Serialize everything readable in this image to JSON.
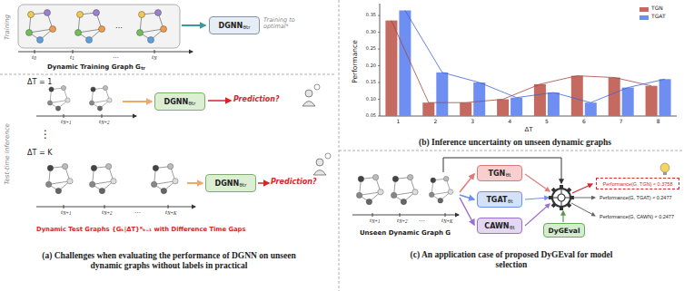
{
  "diagram": {
    "nodes": [
      {
        "text": [
          "DGNN",
          "θtr"
        ]
      },
      {
        "text": [
          "DGNN",
          "θtr"
        ]
      },
      {
        "text": [
          "DGNN",
          "θtr"
        ]
      },
      {
        "text": [
          "TGN",
          "θt"
        ]
      },
      {
        "text": [
          "TGAT",
          "θt"
        ]
      },
      {
        "text": [
          "CAWN",
          "θt"
        ]
      },
      {
        "text": [
          "DyGEval"
        ]
      },
      {
        "text": [
          "Performance(G, TGN) ≈ 0.3758"
        ]
      }
    ],
    "labels": [
      "Training",
      "Test-time Inference",
      "t",
      "0",
      "t",
      "1",
      "…",
      "t",
      "N",
      "…",
      "Dynamic Training Graph G",
      "tr",
      "Training to optimal*",
      "ΔT = 1",
      "t",
      "N+1",
      "t",
      "N+2",
      "Prediction?",
      "⋮",
      "ΔT = K",
      "t",
      "N+1",
      "t",
      "N+2",
      "…",
      "t",
      "N+K",
      "Prediction?",
      "Dynamic Test Graphs {Gₖ|ΔT}ᴷₖ₌₁ with Difference Time Gaps",
      "(a) Challenges when evaluating the performance of DGNN on unseen dynamic graphs without labels in practical",
      "Performance",
      "0.05",
      "0.10",
      "0.15",
      "0.20",
      "0.25",
      "0.30",
      "0.35",
      "1",
      "2",
      "3",
      "4",
      "5",
      "6",
      "7",
      "8",
      "ΔT",
      "(b) Inference uncertainty on unseen dynamic graphs",
      "t",
      "N+1",
      "t",
      "N+2",
      "…",
      "t",
      "N+K",
      "Unseen Dynamic Graph G",
      "Performance(G, TGAT) ≈ 0.2477",
      "Performance(G, CAWN) ≈ 0.2477",
      "(c) An application case of proposed DyGEval for model selection"
    ],
    "legend": [
      {
        "text": "TGN",
        "color": "#c46a60"
      },
      {
        "text": "TGAT",
        "color": "#6f8ef2"
      }
    ]
  }
}
